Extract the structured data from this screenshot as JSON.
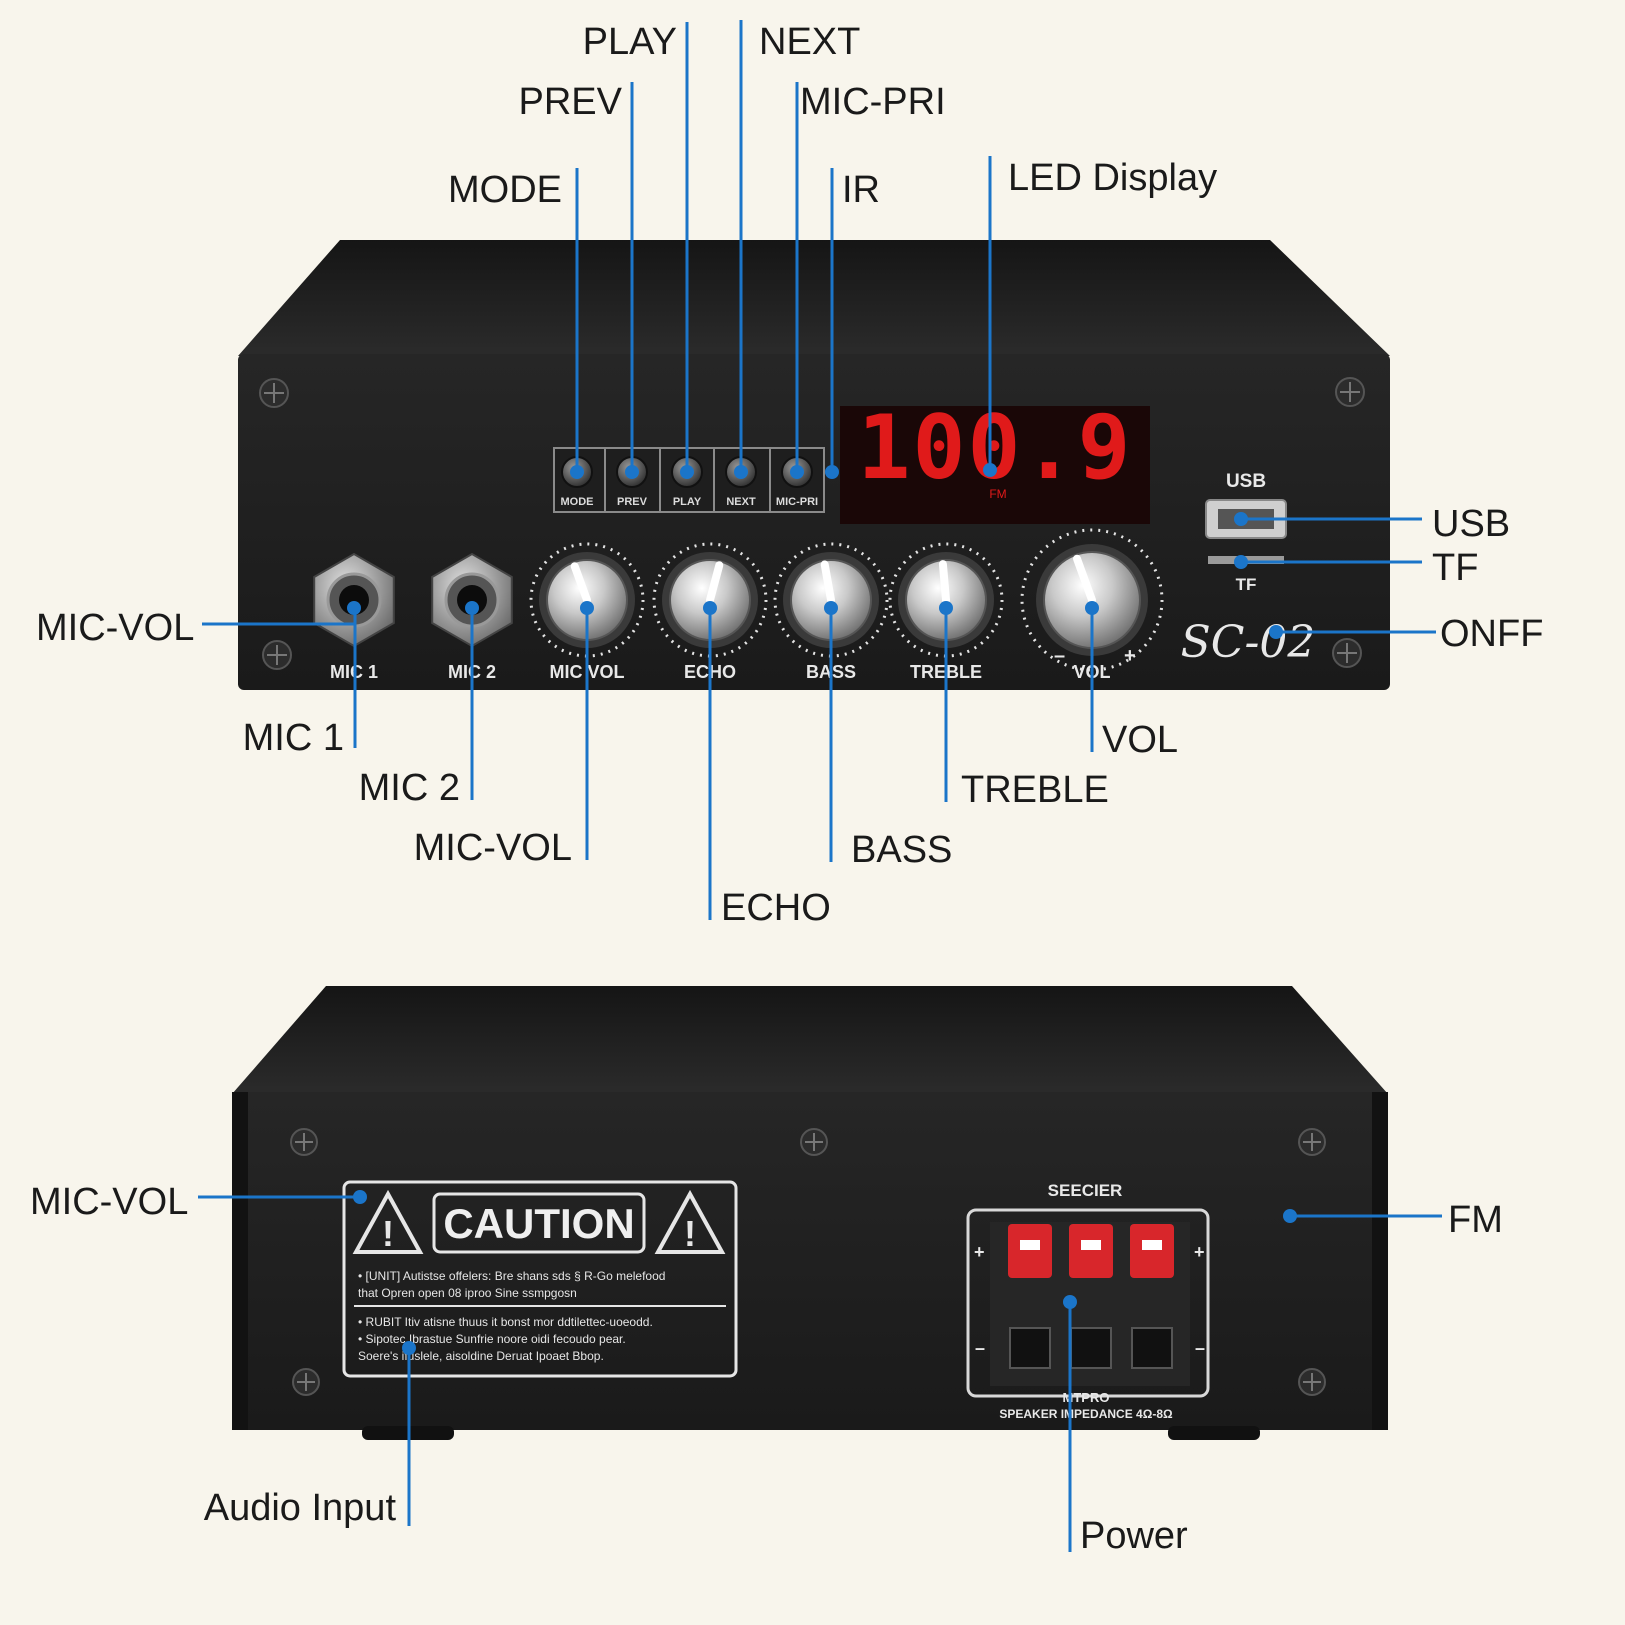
{
  "colors": {
    "background": "#f8f5ec",
    "callout_line": "#1b75c9",
    "chassis": "#1c1c1c",
    "led_red": "#e01a1a",
    "terminal_red": "#d8262b"
  },
  "front_panel": {
    "button_labels": [
      "MODE",
      "PREV",
      "PLAY",
      "NEXT",
      "MIC-PRI"
    ],
    "display_value": "100.9",
    "display_band": "FM",
    "jack_labels": [
      "MIC 1",
      "MIC 2"
    ],
    "knob_labels": [
      "MIC VOL",
      "ECHO",
      "BASS",
      "TREBLE",
      "VOL"
    ],
    "usb_label": "USB",
    "tf_label": "TF",
    "model": "SC-02",
    "vol_minus": "–",
    "vol_plus": "+"
  },
  "rear_panel": {
    "caution_title": "CAUTION",
    "caution_lines": [
      "• [UNIT] Autistse offelers: Bre shans sds § R-Go melefood",
      "  that Opren open 08 iproo Sine ssmpgosn",
      "• RUBIT Itiv atisne thuus it bonst mor ddtilettec-uoeodd.",
      "• Sipotec Ibrastue Sunfrie noore oidi fecoudo pear.",
      "  Soere's ifuslele, aisoldine Deruat Ipoaet Bbop."
    ],
    "terminal_header": "SEECIER",
    "terminal_footer_1": "MTPRO",
    "terminal_footer_2": "SPEAKER IMPEDANCE 4Ω-8Ω",
    "plus": "+",
    "minus": "–"
  },
  "callouts": {
    "play": "PLAY",
    "next": "NEXT",
    "prev": "PREV",
    "mic_pri": "MIC-PRI",
    "mode": "MODE",
    "ir": "IR",
    "led_display": "LED Display",
    "usb": "USB",
    "tf": "TF",
    "onff": "ONFF",
    "mic_vol_left": "MIC-VOL",
    "mic1": "MIC 1",
    "mic2": "MIC 2",
    "mic_vol_bottom": "MIC-VOL",
    "echo": "ECHO",
    "bass": "BASS",
    "treble": "TREBLE",
    "vol": "VOL",
    "rear_mic_vol": "MIC-VOL",
    "fm": "FM",
    "audio_input": "Audio Input",
    "power": "Power"
  }
}
